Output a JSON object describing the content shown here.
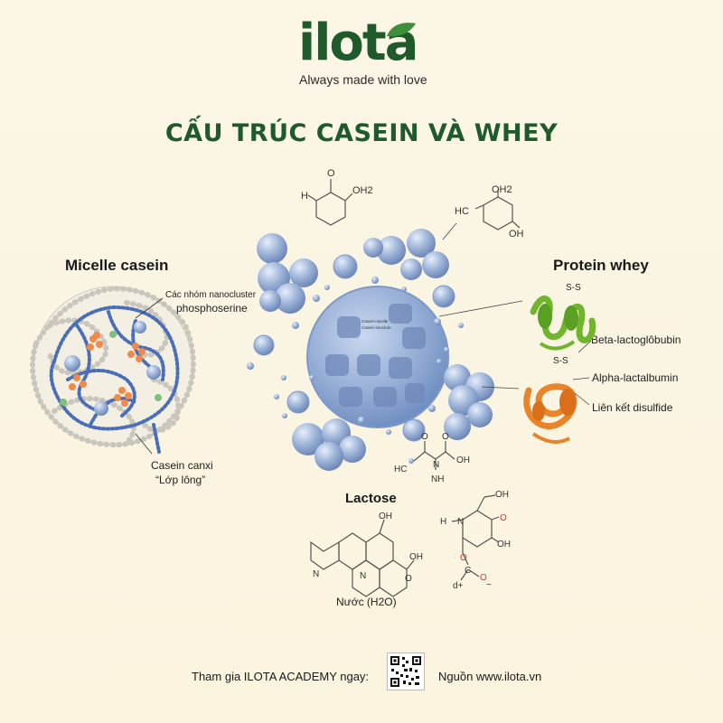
{
  "brand": {
    "logo_text": "ilota",
    "tagline": "Always made with love",
    "color": "#1e5a2c"
  },
  "title": "CẤU TRÚC CASEIN VÀ WHEY",
  "left": {
    "heading": "Micelle casein",
    "nanocluster_label_1": "Các nhóm nanocluster",
    "nanocluster_label_2": "phosphoserine",
    "casein_label_1": "Casein canxi",
    "casein_label_2": "“Lớp lông”"
  },
  "right": {
    "heading": "Protein whey",
    "beta_label": "Beta-lactoglôbubin",
    "alpha_label": "Alpha-lactalbumin",
    "disulfide_label": "Liên kết disulfide",
    "ss_top": "S-S",
    "ss_bottom": "S-S"
  },
  "center": {
    "sphere_caption_1": "Casein micelle",
    "sphere_caption_2": "Casein structure"
  },
  "chemistry": {
    "top_left": {
      "oh2": "OH2",
      "h": "H",
      "o": "O"
    },
    "top_right": {
      "oh2": "OH2",
      "hc": "HC",
      "oh": "OH"
    },
    "middle": {
      "o1": "O",
      "o2": "O",
      "hc": "HC",
      "n": "N",
      "oh": "OH",
      "nh": "NH"
    },
    "lactose_heading": "Lactose",
    "lactose_mol": {
      "oh1": "OH",
      "oh2": "OH",
      "n1": "N",
      "n2": "N",
      "o": "O"
    },
    "water_label": "Nước (H2O)",
    "right_mol": {
      "oh_top": "OH",
      "h": "H",
      "n": "N",
      "o1": "O",
      "oh": "OH",
      "o2": "O",
      "c": "C",
      "d": "d+",
      "minus": "−"
    }
  },
  "footer": {
    "academy": "Tham gia ILOTA ACADEMY ngay:",
    "source": "Nguồn www.ilota.vn"
  },
  "colors": {
    "background": "#fbf6e6",
    "sphere": "#9db4d8",
    "beta_whey": "#6fb52e",
    "alpha_whey": "#e8842a",
    "micelle_blue": "#4a6fb8",
    "cluster_orange": "#f08a4b"
  }
}
